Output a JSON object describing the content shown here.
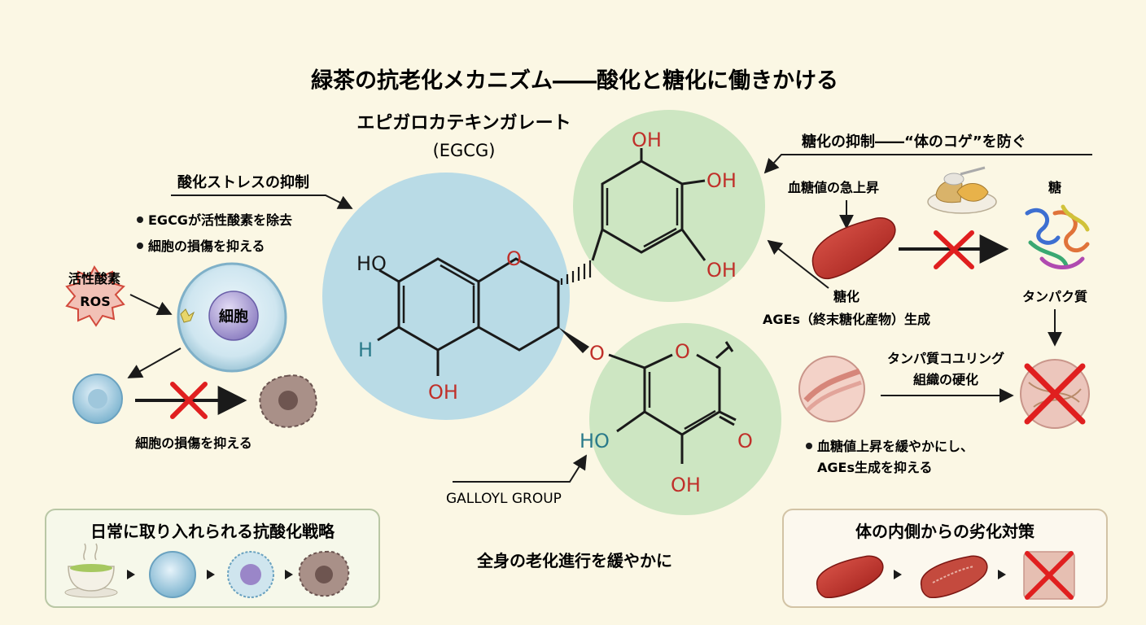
{
  "title": "緑茶の抗老化メカニズム――酸化と糖化に働きかける",
  "molecule": {
    "name": "エピガロカテキンガレート",
    "abbr": "(EGCG)",
    "atoms": {
      "ho_a": "HO",
      "o_ring": "O",
      "h_a": "H",
      "oh_a": "OH",
      "oh_b1": "OH",
      "oh_b2": "OH",
      "oh_b3": "OH",
      "o_link": "O",
      "o_ring2": "O",
      "ho_c": "HO",
      "o_keto": "O",
      "oh_c": "OH"
    },
    "galloyl_label": "GALLOYL GROUP"
  },
  "left": {
    "section_title": "酸化ストレスの抑制",
    "bullets": [
      "EGCGが活性酸素を除去",
      "細胞の損傷を抑える"
    ],
    "ros_line1": "活性酸素",
    "ros_line2": "ROS",
    "cell_label": "細胞",
    "bottom_caption": "細胞の損傷を抑える"
  },
  "right": {
    "section_title": "糖化の抑制――“体のコゲ”を防ぐ",
    "blood_sugar": "血糖値の急上昇",
    "sugar": "糖",
    "glycation_line1": "糖化",
    "glycation_line2": "AGEs（終末糖化産物）生成",
    "protein": "タンパク質",
    "crosslink_line1": "タンパ質コユリング",
    "crosslink_line2": "組織の硬化",
    "bullet_line1": "血糖値上昇を緩やかにし、",
    "bullet_line2": "AGEs生成を抑える"
  },
  "bottom": {
    "left_box_title": "日常に取り入れられる抗酸化戦略",
    "center_text": "全身の老化進行を緩やかに",
    "right_box_title": "体の内側からの劣化対策"
  },
  "colors": {
    "background": "#fbf7e4",
    "blue_circle": "#b9dbe6",
    "green_circle": "#cde6c2",
    "red_cross": "#e01f1f",
    "blood_red": "#c42a24",
    "atom_red": "#c0302a",
    "atom_teal": "#2a7a8a"
  }
}
